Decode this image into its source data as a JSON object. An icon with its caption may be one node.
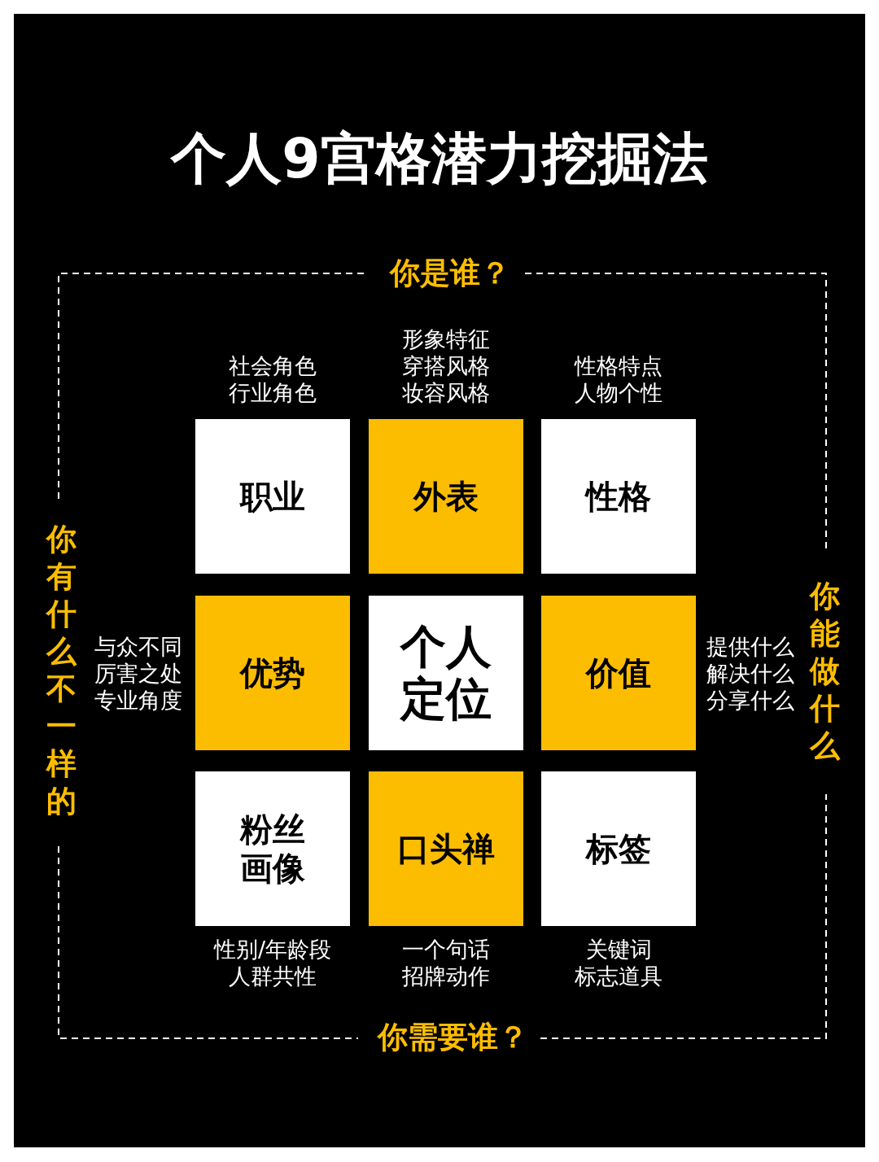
{
  "diagram": {
    "title": "个人9宫格潜力挖掘法",
    "nodes": [
      {
        "text": [
          "职业"
        ],
        "beside": [
          "社会角色",
          "行业角色"
        ]
      },
      {
        "text": [
          "外表"
        ],
        "beside": [
          "形象特征",
          "穿搭风格",
          "妆容风格"
        ]
      },
      {
        "text": [
          "性格"
        ],
        "beside": [
          "性格特点",
          "人物个性"
        ]
      },
      {
        "text": [
          "优势"
        ],
        "beside": [
          "与众不同",
          "厉害之处",
          "专业角度"
        ]
      },
      {
        "text": [
          "个人定位"
        ]
      },
      {
        "text": [
          "价值"
        ],
        "beside": [
          "提供什么",
          "解决什么",
          "分享什么"
        ]
      },
      {
        "text": [
          "粉丝画像"
        ],
        "beside": [
          "性别/年龄段",
          "人群共性"
        ]
      },
      {
        "text": [
          "口头禅"
        ],
        "beside": [
          "一个句话",
          "招牌动作"
        ]
      },
      {
        "text": [
          "标签"
        ],
        "beside": [
          "关键词",
          "标志道具"
        ]
      }
    ],
    "labels": [
      "你是谁？",
      "你有什么不一样的",
      "你能做什么",
      "你需要谁？"
    ]
  }
}
